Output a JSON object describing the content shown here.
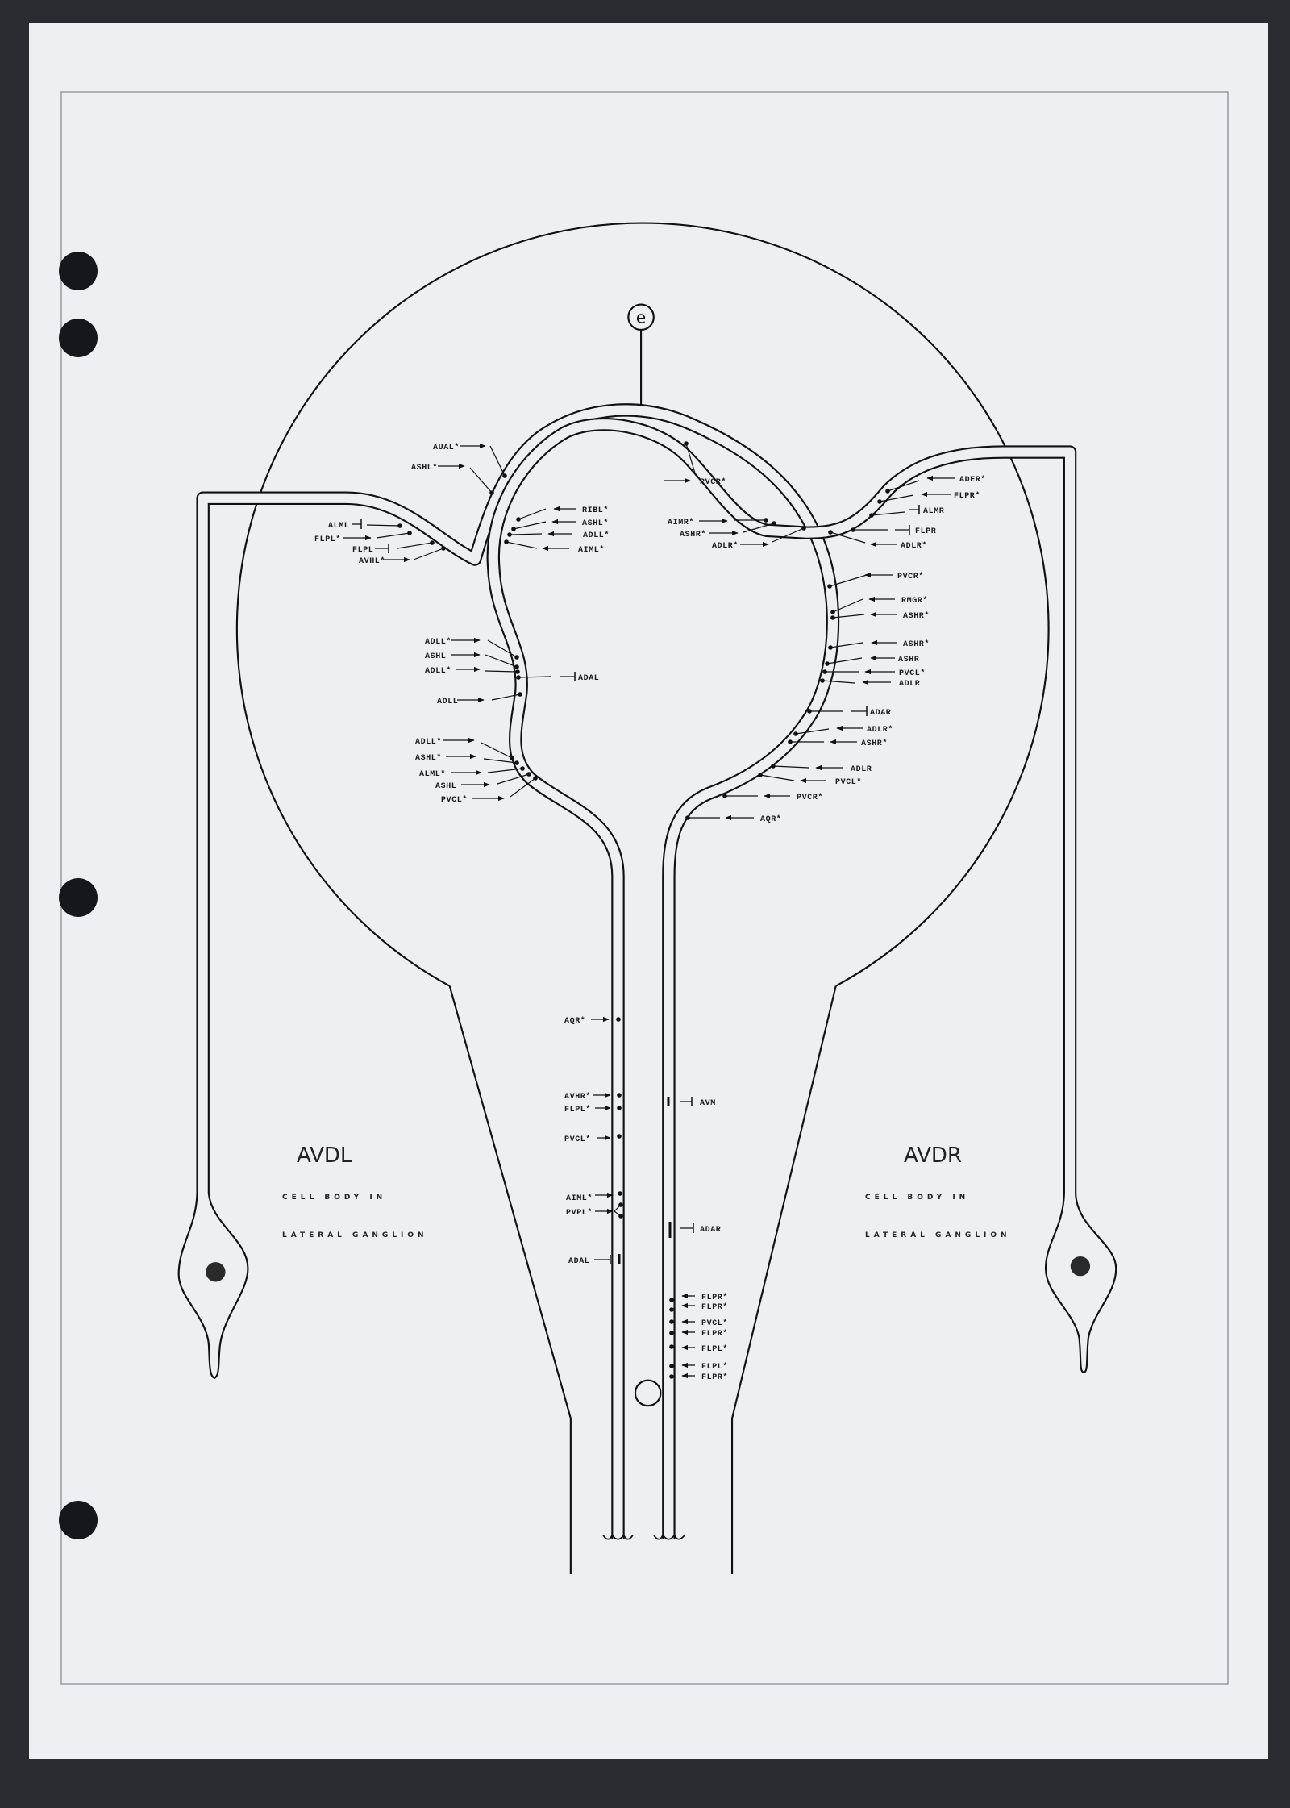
{
  "marker_letter": "e",
  "left_neuron": {
    "name": "AVDL",
    "line1": "CELL BODY IN",
    "line2": "LATERAL GANGLION"
  },
  "right_neuron": {
    "name": "AVDR",
    "line1": "CELL BODY IN",
    "line2": "LATERAL GANGLION"
  },
  "labels": [
    "AUAL*",
    "ASHL*",
    "RIBL*",
    "ASHL*",
    "ADLL*",
    "AIML*",
    "ALML",
    "FLPL*",
    "FLPL",
    "AVHL*",
    "PVCR*",
    "AIMR*",
    "ASHR*",
    "ADLR*",
    "ADER*",
    "FLPR*",
    "ALMR",
    "FLPR",
    "ADLR*",
    "ADLL*",
    "ASHL",
    "ADLL*",
    "ADAL",
    "ADLL",
    "ADLL*",
    "ASHL*",
    "ALML*",
    "ASHL",
    "PVCL*",
    "PVCR*",
    "RMGR*",
    "ASHR*",
    "ASHR*",
    "ASHR",
    "PVCL*",
    "ADLR",
    "ADAR",
    "ADLR*",
    "ASHR*",
    "ADLR",
    "PVCL*",
    "PVCR*",
    "AQR*",
    "AQR*",
    "AVHR*",
    "FLPL*",
    "PVCL*",
    "AIML*",
    "PVPL*",
    "ADAL",
    "AVM",
    "ADAR",
    "FLPR*",
    "FLPR*",
    "PVCL*",
    "FLPR*",
    "FLPL*",
    "FLPL*",
    "FLPR*"
  ],
  "colors": {
    "paper": "#eeeff1",
    "ink": "#111111",
    "background": "#2b2c31"
  }
}
